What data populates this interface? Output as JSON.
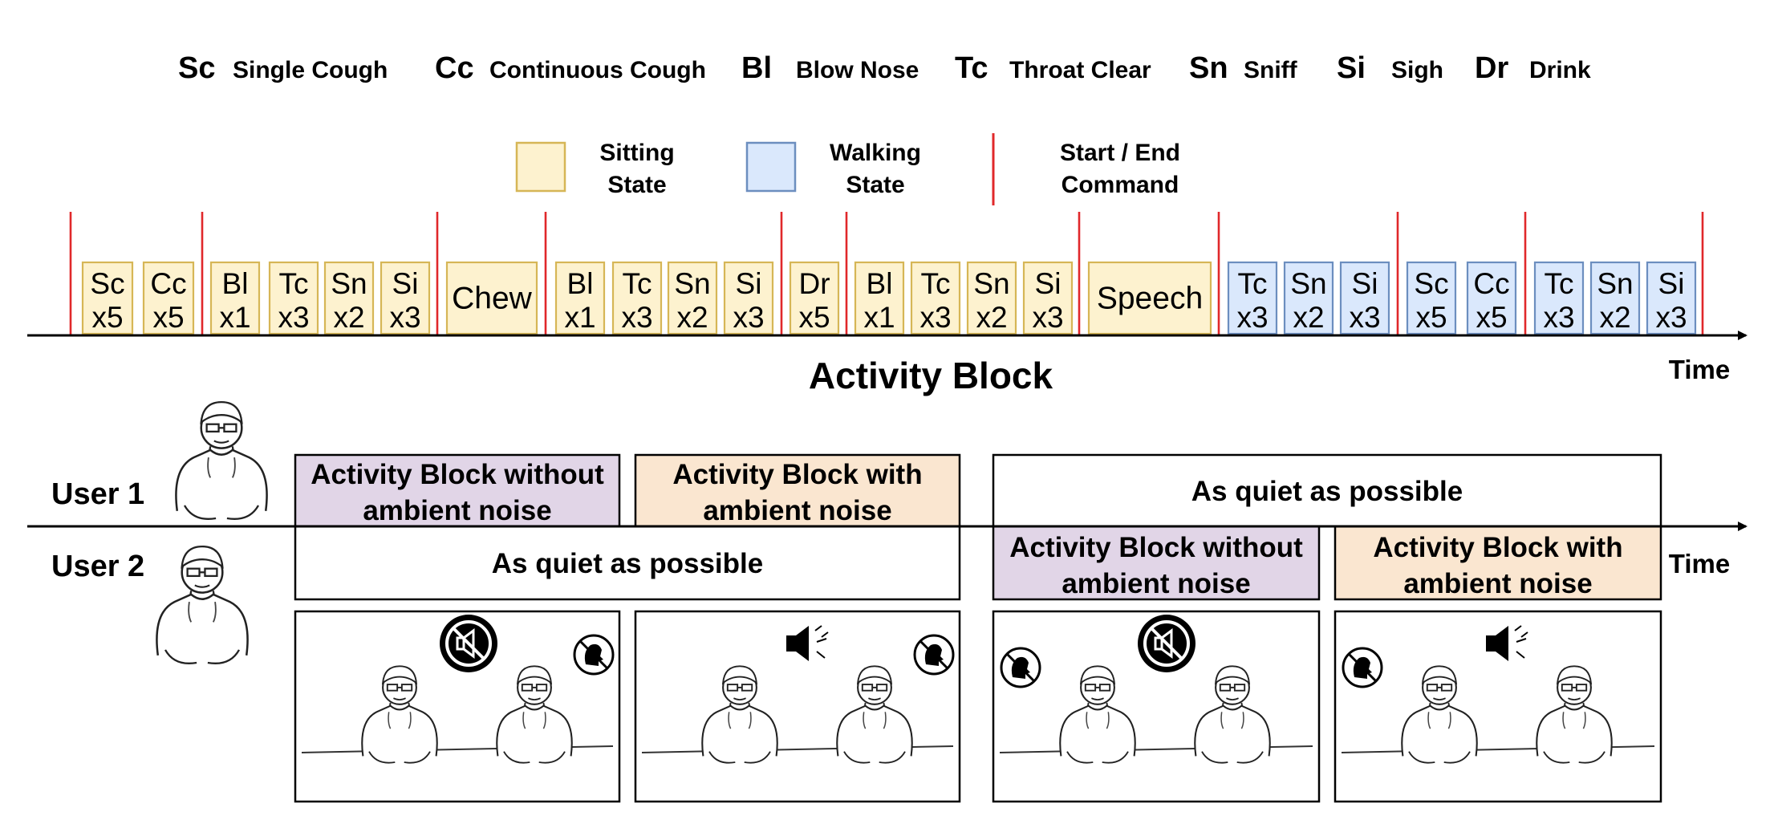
{
  "abbreviations": [
    {
      "abbr": "Sc",
      "full": "Single Cough"
    },
    {
      "abbr": "Cc",
      "full": "Continuous Cough"
    },
    {
      "abbr": "Bl",
      "full": "Blow Nose"
    },
    {
      "abbr": "Tc",
      "full": "Throat Clear"
    },
    {
      "abbr": "Sn",
      "full": "Sniff"
    },
    {
      "abbr": "Si",
      "full": "Sigh"
    },
    {
      "abbr": "Dr",
      "full": "Drink"
    }
  ],
  "legend": {
    "sitting": {
      "line1": "Sitting",
      "line2": "State"
    },
    "walking": {
      "line1": "Walking",
      "line2": "State"
    },
    "command": {
      "line1": "Start / End",
      "line2": "Command"
    }
  },
  "colors": {
    "sitting_fill": "#fdf2cf",
    "sitting_stroke": "#d6b656",
    "walking_fill": "#dae8fc",
    "walking_stroke": "#6c8ebf",
    "command_line": "#e0282a",
    "no_noise_fill": "#e1d5e7",
    "noise_fill": "#fae6d0"
  },
  "activity_blocks": [
    {
      "top": "Sc",
      "bottom": "x5",
      "state": "sitting"
    },
    {
      "top": "Cc",
      "bottom": "x5",
      "state": "sitting"
    },
    {
      "top": "Bl",
      "bottom": "x1",
      "state": "sitting"
    },
    {
      "top": "Tc",
      "bottom": "x3",
      "state": "sitting"
    },
    {
      "top": "Sn",
      "bottom": "x2",
      "state": "sitting"
    },
    {
      "top": "Si",
      "bottom": "x3",
      "state": "sitting"
    },
    {
      "label": "Chew",
      "state": "sitting"
    },
    {
      "top": "Bl",
      "bottom": "x1",
      "state": "sitting"
    },
    {
      "top": "Tc",
      "bottom": "x3",
      "state": "sitting"
    },
    {
      "top": "Sn",
      "bottom": "x2",
      "state": "sitting"
    },
    {
      "top": "Si",
      "bottom": "x3",
      "state": "sitting"
    },
    {
      "top": "Dr",
      "bottom": "x5",
      "state": "sitting"
    },
    {
      "top": "Bl",
      "bottom": "x1",
      "state": "sitting"
    },
    {
      "top": "Tc",
      "bottom": "x3",
      "state": "sitting"
    },
    {
      "top": "Sn",
      "bottom": "x2",
      "state": "sitting"
    },
    {
      "top": "Si",
      "bottom": "x3",
      "state": "sitting"
    },
    {
      "label": "Speech",
      "state": "sitting"
    },
    {
      "top": "Tc",
      "bottom": "x3",
      "state": "walking"
    },
    {
      "top": "Sn",
      "bottom": "x2",
      "state": "walking"
    },
    {
      "top": "Si",
      "bottom": "x3",
      "state": "walking"
    },
    {
      "top": "Sc",
      "bottom": "x5",
      "state": "walking"
    },
    {
      "top": "Cc",
      "bottom": "x5",
      "state": "walking"
    },
    {
      "top": "Tc",
      "bottom": "x3",
      "state": "walking"
    },
    {
      "top": "Sn",
      "bottom": "x2",
      "state": "walking"
    },
    {
      "top": "Si",
      "bottom": "x3",
      "state": "walking"
    }
  ],
  "block_title": "Activity Block",
  "time_label": "Time",
  "users": {
    "user1": "User 1",
    "user2": "User 2"
  },
  "phases": {
    "user1": [
      {
        "line1": "Activity Block without",
        "line2": "ambient noise",
        "kind": "no_noise"
      },
      {
        "line1": "Activity Block with",
        "line2": "ambient noise",
        "kind": "noise"
      },
      {
        "line1": "As quiet as possible",
        "kind": "quiet"
      }
    ],
    "user2": [
      {
        "line1": "As quiet as possible",
        "kind": "quiet"
      },
      {
        "line1": "Activity Block without",
        "line2": "ambient noise",
        "kind": "no_noise"
      },
      {
        "line1": "Activity Block with",
        "line2": "ambient noise",
        "kind": "noise"
      }
    ]
  },
  "scenes": [
    {
      "ambient": "muted-speaker-icon",
      "quiet_user": "right"
    },
    {
      "ambient": "speaker-icon",
      "quiet_user": "right"
    },
    {
      "ambient": "muted-speaker-icon",
      "quiet_user": "left"
    },
    {
      "ambient": "speaker-icon",
      "quiet_user": "left"
    }
  ]
}
